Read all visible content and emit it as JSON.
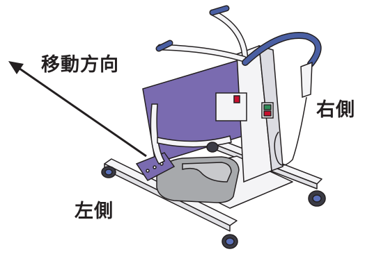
{
  "labels": {
    "direction": "移動方向",
    "right_side": "右側",
    "left_side": "左側"
  },
  "colors": {
    "outline": "#231f20",
    "frame": "#f4f4f6",
    "seat": "#a7a9ac",
    "pad": "#7a6bb0",
    "handle": "#4a5fa3",
    "wheel": "#3b3b45",
    "wheel_hub": "#5a6fb8",
    "control_red": "#c8102e",
    "control_green": "#2e8b57"
  },
  "icons": {
    "direction_arrow": "arrow-up-left-icon"
  }
}
